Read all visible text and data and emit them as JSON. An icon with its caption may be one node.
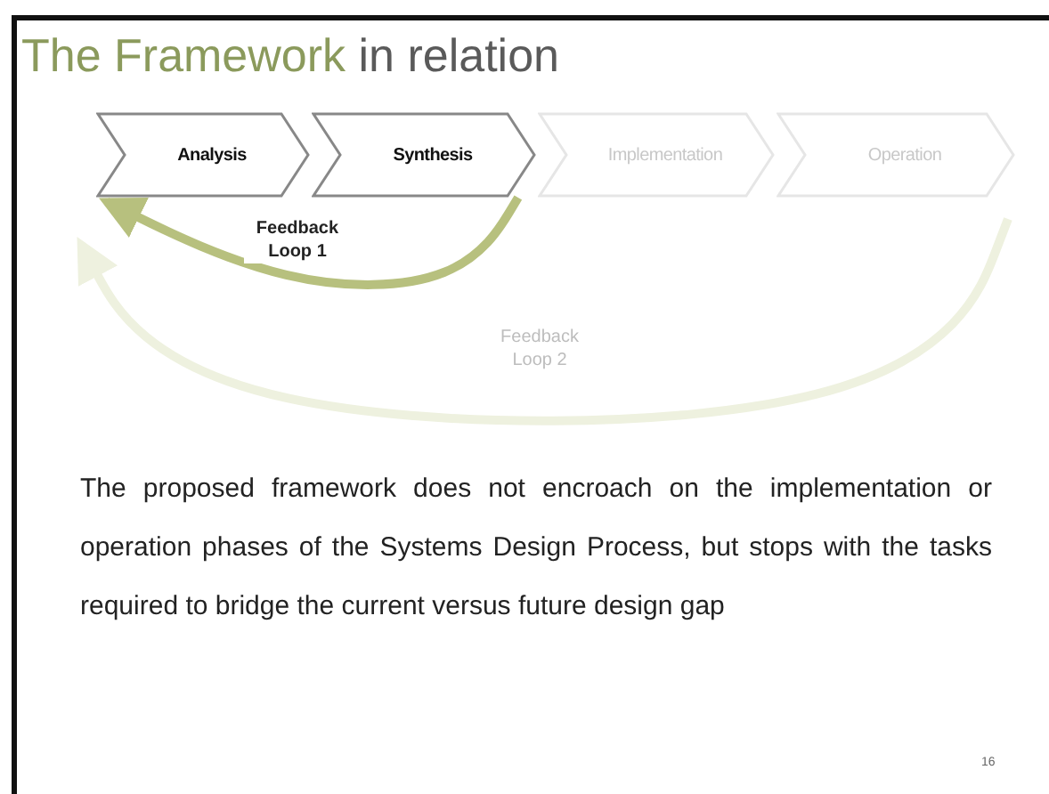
{
  "diagram": {
    "title": "**The Framework** in relation",
    "nodes": [
      {
        "text": [
          "Analysis"
        ]
      },
      {
        "text": [
          "Synthesis"
        ]
      },
      {
        "text": [
          "Implementation"
        ]
      },
      {
        "text": [
          "Operation"
        ]
      }
    ],
    "edges": [
      {
        "from": 1,
        "to": 0,
        "arrow": "to",
        "label": "Feedback Loop 1"
      },
      {
        "from": 3,
        "to": 0,
        "arrow": "to",
        "label": "Feedback Loop 2",
        "color": "#eef1df"
      }
    ],
    "labels": [
      "The proposed framework does not encroach on the implementation or operation phases of the Systems Design Process, but stops with the tasks required to bridge the current versus future design gap",
      "16"
    ]
  }
}
